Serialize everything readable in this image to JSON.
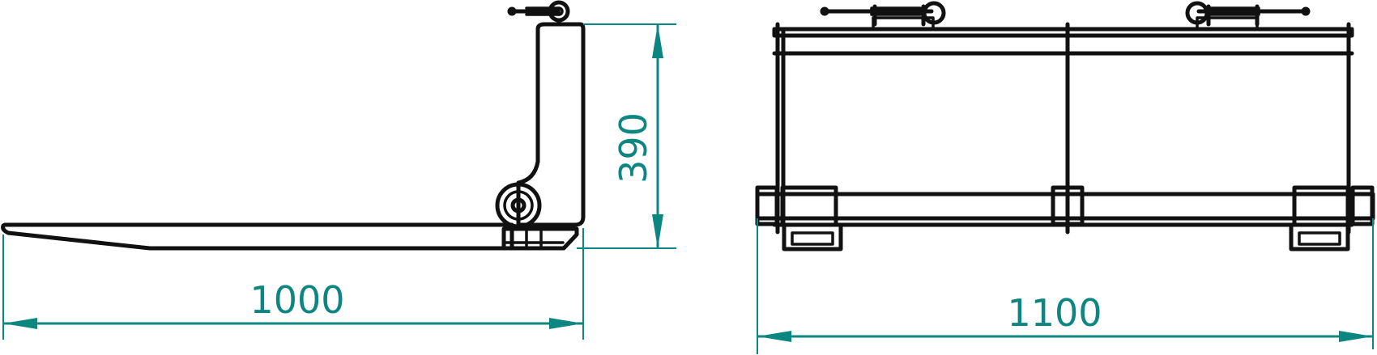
{
  "dimensions": {
    "fork_length": "1000",
    "height": "390",
    "width": "1100"
  },
  "colors": {
    "dimension": "#0d8580",
    "outline": "#111111",
    "background": "#ffffff"
  }
}
